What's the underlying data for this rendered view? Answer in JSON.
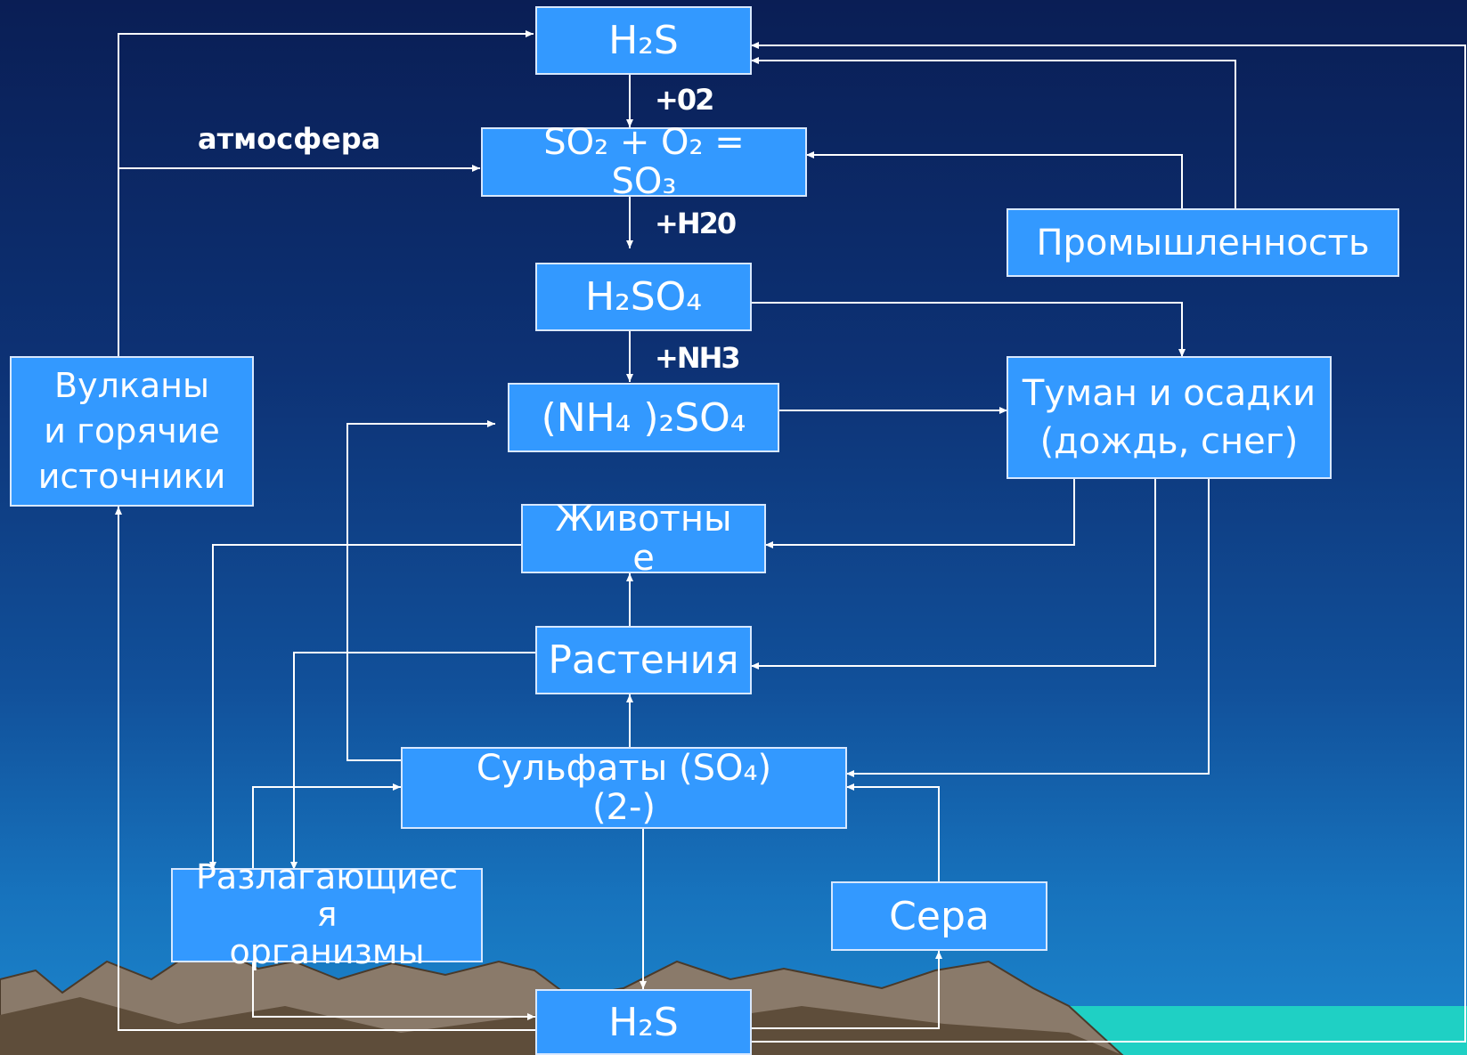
{
  "diagram": {
    "nodes": {
      "h2s_top": "H₂S",
      "so2_so3": "SO₂ + O₂ =\nSO₃",
      "h2so4": "H₂SO₄",
      "nh4_2so4": "(NH₄ )₂SO₄",
      "animals": "Животны\nе",
      "plants": "Растения",
      "sulfates": "Сульфаты (SO₄)\n(2-)",
      "decomposers": "Разлагающиес\nя\nорганизмы",
      "sulfur": "Сера",
      "h2s_bottom": "H₂S",
      "volcanoes": "Вулканы\nи горячие\nисточники",
      "industry": "Промышленность",
      "fog": "Туман и осадки\n(дождь, снег)"
    },
    "labels": {
      "atmosphere": "атмосфера",
      "plus_o2": "+02",
      "plus_h2o": "+H20",
      "plus_nh3": "+NH3"
    }
  },
  "colors": {
    "box_fill": "#3399ff",
    "box_border": "#d8e8ff",
    "arrow": "#ffffff",
    "sky_top": "#0a1e55",
    "sky_bottom": "#1c86cc",
    "mountain": "#8a7a6a",
    "sea": "#1cc8c0"
  }
}
